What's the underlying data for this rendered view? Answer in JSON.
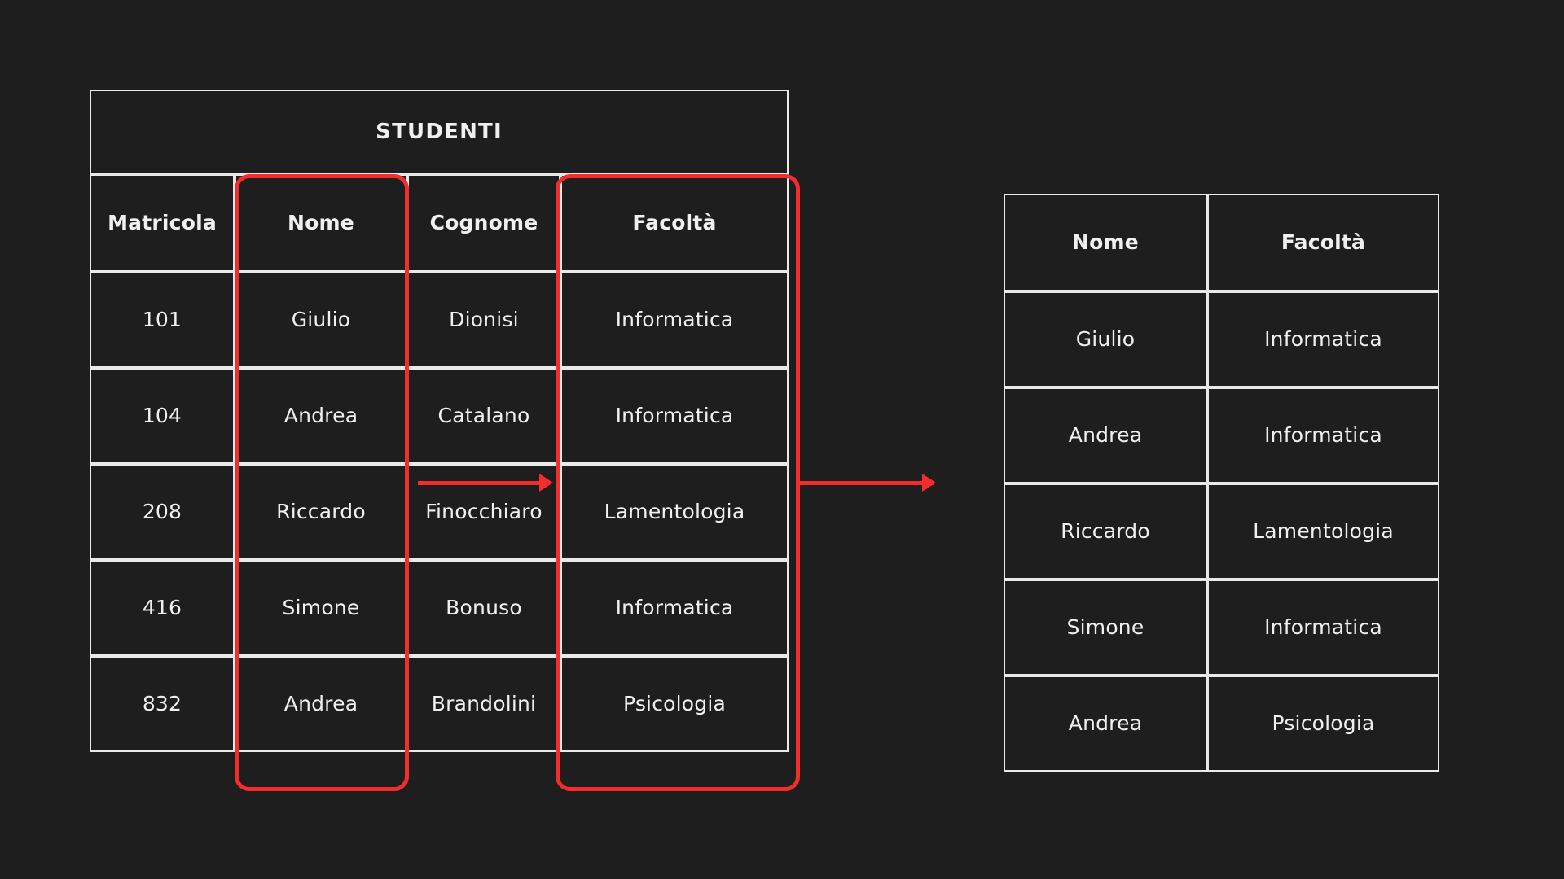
{
  "canvas": {
    "background_color": "#1e1e1e",
    "line_color": "#e9e9e9",
    "highlight_color": "#f42c2c"
  },
  "source_table": {
    "title": "STUDENTI",
    "columns": [
      "Matricola",
      "Nome",
      "Cognome",
      "Facoltà"
    ],
    "rows": [
      [
        "101",
        "Giulio",
        "Dionisi",
        "Informatica"
      ],
      [
        "104",
        "Andrea",
        "Catalano",
        "Informatica"
      ],
      [
        "208",
        "Riccardo",
        "Finocchiaro",
        "Lamentologia"
      ],
      [
        "416",
        "Simone",
        "Bonuso",
        "Informatica"
      ],
      [
        "832",
        "Andrea",
        "Brandolini",
        "Psicologia"
      ]
    ]
  },
  "result_table": {
    "columns": [
      "Nome",
      "Facoltà"
    ],
    "rows": [
      [
        "Giulio",
        "Informatica"
      ],
      [
        "Andrea",
        "Informatica"
      ],
      [
        "Riccardo",
        "Lamentologia"
      ],
      [
        "Simone",
        "Informatica"
      ],
      [
        "Andrea",
        "Psicologia"
      ]
    ]
  },
  "annotations": {
    "highlighted_columns": [
      "Nome",
      "Facoltà"
    ],
    "projection_arrow": "→",
    "inner_arrow": "→"
  }
}
